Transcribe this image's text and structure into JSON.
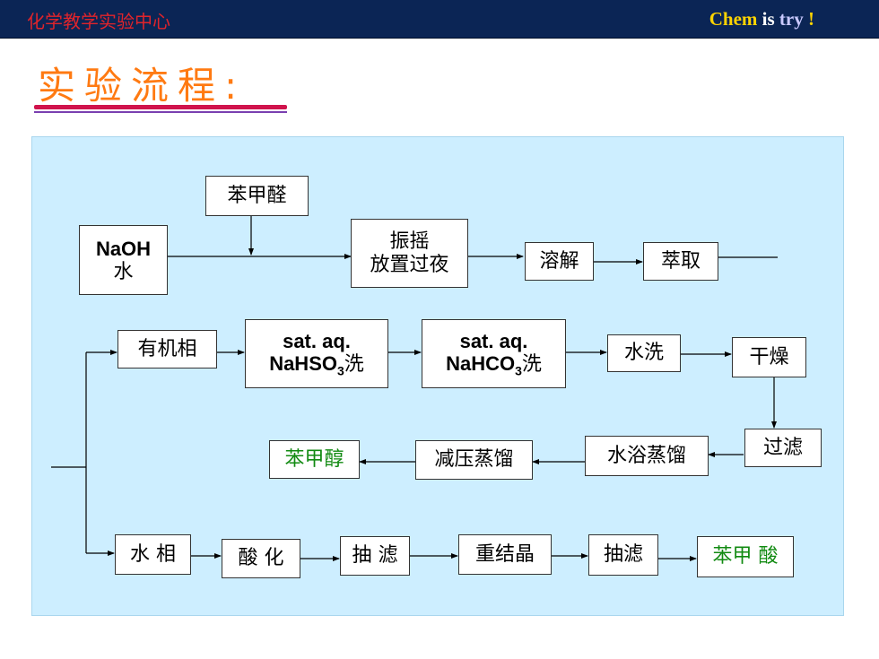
{
  "header": {
    "left_text": "化学教学实验中心",
    "right_word1": "Chem",
    "right_word2": "is",
    "right_word3": "try",
    "right_mark": "!"
  },
  "title": "实验流程:",
  "colors": {
    "header_bg": "#0b2555",
    "title": "#ff7a12",
    "panel": "#cdeeff",
    "product": "#118a11"
  },
  "flow": {
    "benzaldehyde": "苯甲醛",
    "naoh_line1": "NaOH",
    "naoh_line2": "水",
    "shake_line1": "振摇",
    "shake_line2": "放置过夜",
    "dissolve": "溶解",
    "extract": "萃取",
    "organic_phase": "有机相",
    "hso3_line1": "sat. aq.",
    "hso3_line2_a": "NaHSO",
    "hso3_line2_sub": "3",
    "hso3_line2_b": "洗",
    "hco3_line1": "sat. aq.",
    "hco3_line2_a": "NaHCO",
    "hco3_line2_sub": "3",
    "hco3_line2_b": "洗",
    "water_wash": "水洗",
    "dry": "干燥",
    "filter": "过滤",
    "water_bath_distill": "水浴蒸馏",
    "vacuum_distill": "减压蒸馏",
    "benzyl_alcohol": "苯甲醇",
    "aqueous_phase": "水 相",
    "acidify": "酸 化",
    "suction_filter": "抽 滤",
    "recrystallize": "重结晶",
    "suction_filter2": "抽滤",
    "benzoic_acid": "苯甲 酸"
  }
}
